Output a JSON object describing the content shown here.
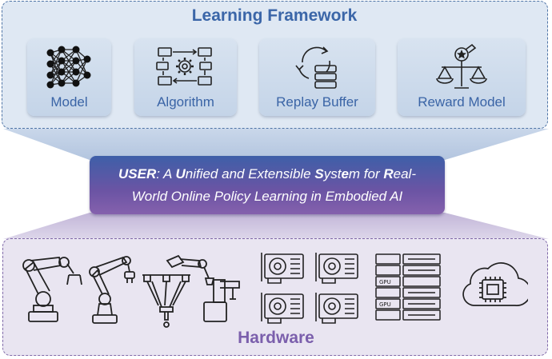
{
  "learning_framework": {
    "title": "Learning Framework",
    "components": [
      {
        "label": "Model",
        "icon": "neural-network-icon"
      },
      {
        "label": "Algorithm",
        "icon": "algorithm-flow-icon"
      },
      {
        "label": "Replay Buffer",
        "icon": "replay-buffer-icon"
      },
      {
        "label": "Reward Model",
        "icon": "reward-scale-icon"
      }
    ]
  },
  "system": {
    "line1": [
      {
        "text": "USER",
        "bold": true
      },
      {
        "text": ": A ",
        "bold": false
      },
      {
        "text": "U",
        "bold": true
      },
      {
        "text": "nified and Extensible ",
        "bold": false
      },
      {
        "text": "S",
        "bold": true
      },
      {
        "text": "yst",
        "bold": false
      },
      {
        "text": "e",
        "bold": true
      },
      {
        "text": "m for ",
        "bold": false
      },
      {
        "text": "R",
        "bold": true
      },
      {
        "text": "eal-",
        "bold": false
      }
    ],
    "line2": "World Online Policy Learning in Embodied AI"
  },
  "hardware": {
    "title": "Hardware",
    "items": [
      "industrial-robot-arm-icon",
      "collaborative-robot-arm-icon",
      "delta-robot-icon",
      "scara-robot-icon",
      "gpu-card-icon",
      "gpu-server-rack-icon",
      "cloud-chip-icon"
    ]
  },
  "colors": {
    "framework_blue": "#3b66a8",
    "hardware_purple": "#7b5fac",
    "center_gradient_start": "#3e5fa8",
    "center_gradient_end": "#8561ad"
  }
}
